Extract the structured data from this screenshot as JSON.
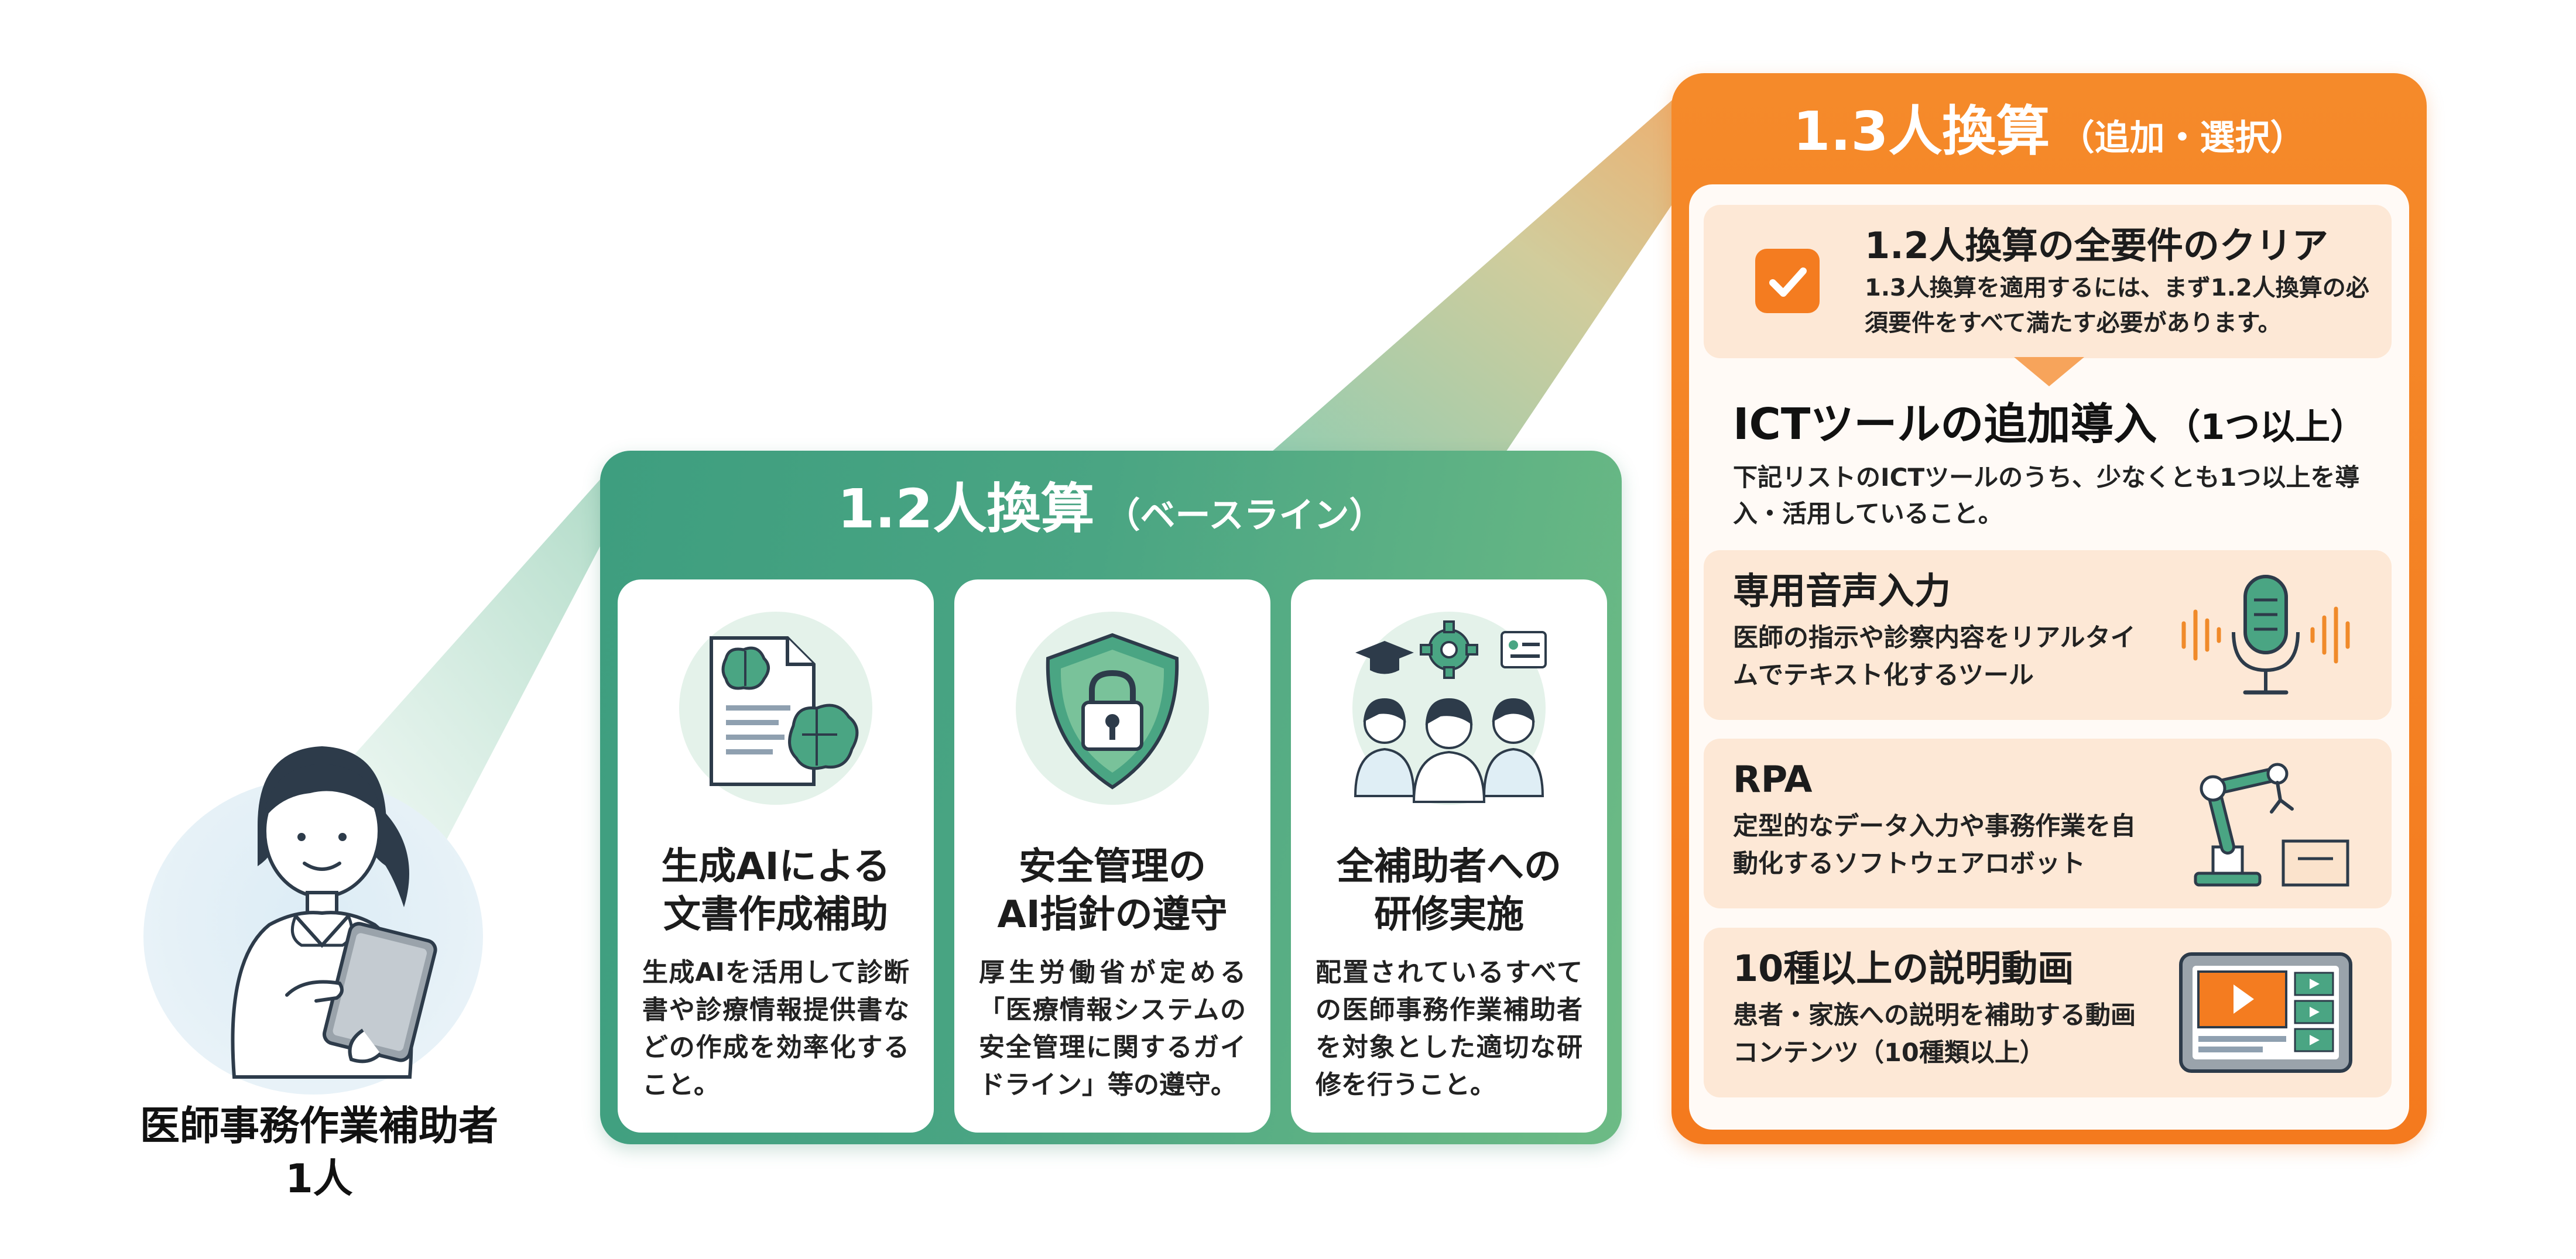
{
  "person": {
    "label_line1": "医師事務作業補助者",
    "label_line2": "1人"
  },
  "baseline": {
    "title": "1.2人換算",
    "subtitle": "（ベースライン）",
    "cards": [
      {
        "title_line1": "生成AIによる",
        "title_line2": "文書作成補助",
        "description": "生成AIを活用して診断書や診療情報提供書などの作成を効率化すること。",
        "icon": "document-brain-icon"
      },
      {
        "title_line1": "安全管理の",
        "title_line2": "AI指針の遵守",
        "description": "厚生労働省が定める「医療情報システムの安全管理に関するガイドライン」等の遵守。",
        "icon": "security-shield-icon"
      },
      {
        "title_line1": "全補助者への",
        "title_line2": "研修実施",
        "description": "配置されているすべての医師事務作業補助者を対象とした適切な研修を行うこと。",
        "icon": "training-group-icon"
      }
    ]
  },
  "additional": {
    "title": "1.3人換算",
    "subtitle": "（追加・選択）",
    "requirement": {
      "title": "1.2人換算の全要件のクリア",
      "description": "1.3人換算を適用するには、まず1.2人換算の必須要件をすべて満たす必要があります。",
      "icon": "checkbox-checked-icon"
    },
    "ict": {
      "title": "ICTツールの追加導入",
      "subtitle": "（1つ以上）",
      "description": "下記リストのICTツールのうち、少なくとも1つ以上を導入・活用していること。"
    },
    "tools": [
      {
        "title": "専用音声入力",
        "description": "医師の指示や診察内容をリアルタイムでテキスト化するツール",
        "icon": "microphone-icon"
      },
      {
        "title": "RPA",
        "description": "定型的なデータ入力や事務作業を自動化するソフトウェアロボット",
        "icon": "robot-arm-icon"
      },
      {
        "title": "10種以上の説明動画",
        "description": "患者・家族への説明を補助する動画コンテンツ（10種類以上）",
        "icon": "video-player-icon"
      }
    ]
  },
  "colors": {
    "green_start": "#3e9e7f",
    "green_end": "#6dbb85",
    "orange": "#f47c20",
    "card_bg": "#ffffff",
    "tool_bg": "#fde8d6"
  }
}
